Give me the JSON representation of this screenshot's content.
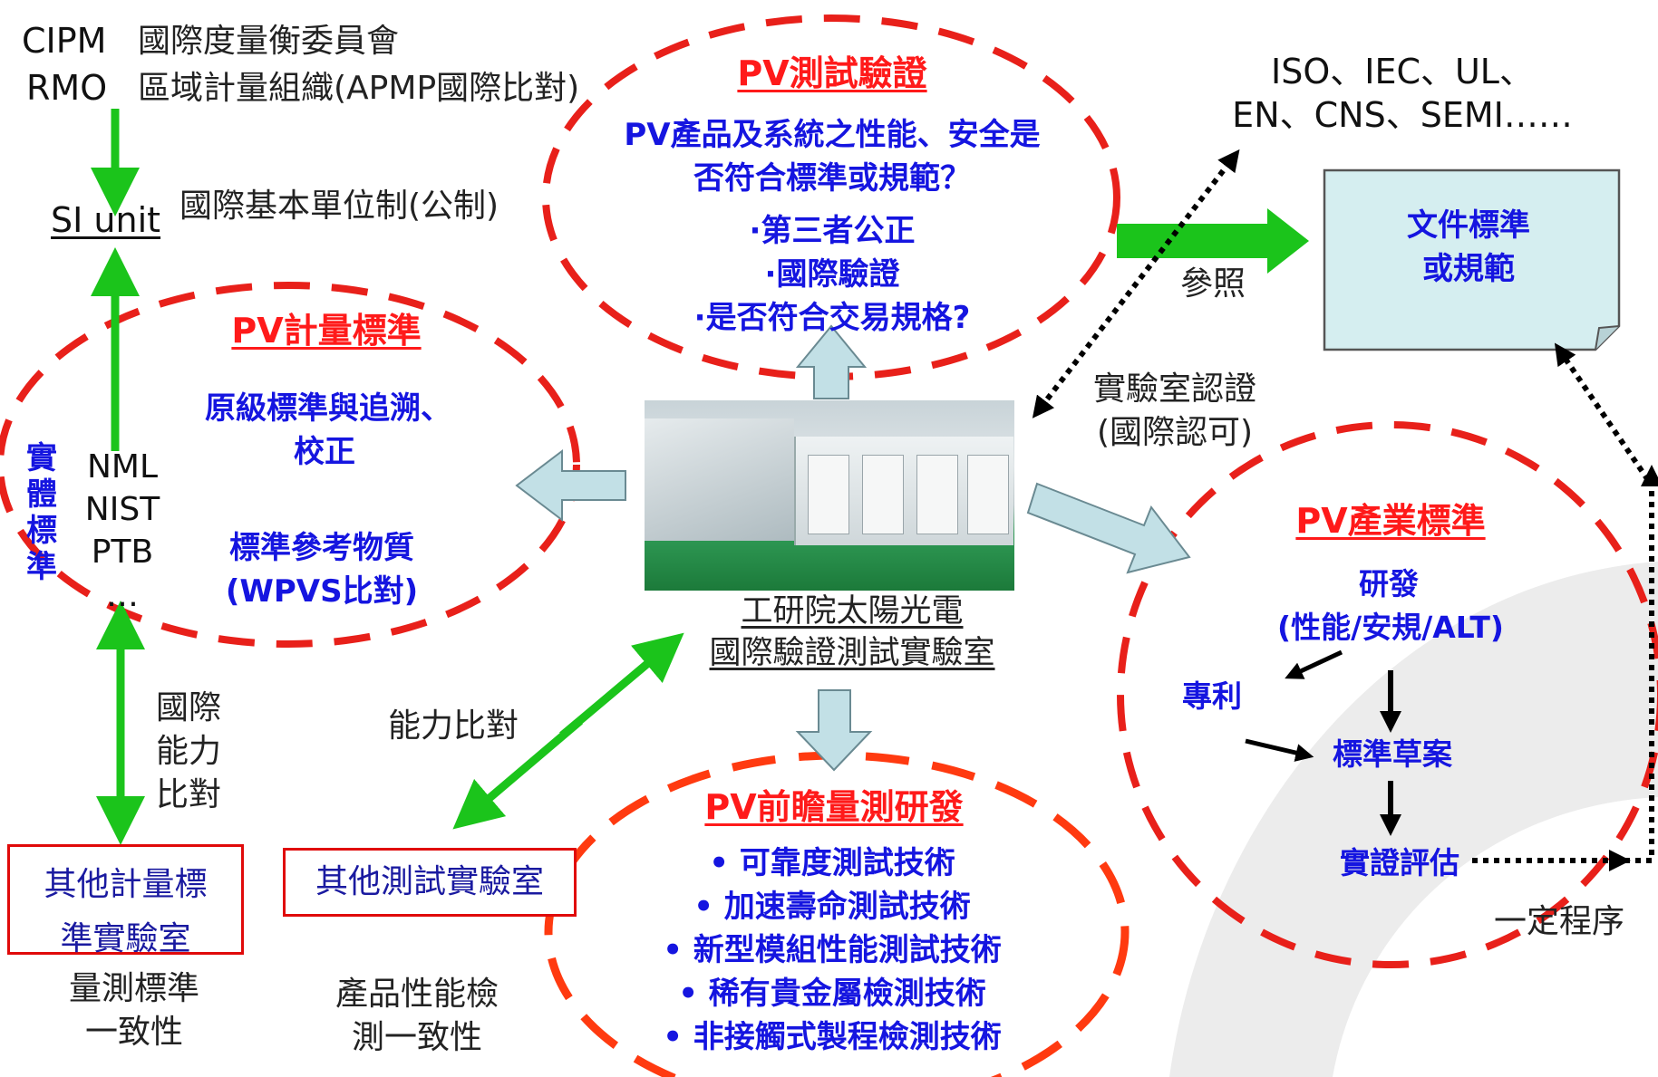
{
  "top_left": {
    "cipm": "CIPM",
    "cipm_desc": "國際度量衡委員會",
    "rmo": "RMO",
    "rmo_desc": "區域計量組織(APMP國際比對)",
    "si_unit": "SI unit",
    "si_desc": "國際基本單位制(公制)"
  },
  "pv_testing": {
    "title": "PV測試驗證",
    "line1": "PV產品及系統之性能、安全是",
    "line2": "否符合標準或規範？",
    "item1": "·第三者公正",
    "item2": "·國際驗證",
    "item3": "·是否符合交易規格?"
  },
  "standards_list": {
    "line1": "ISO、IEC、UL、",
    "line2": "EN、CNS、SEMI……"
  },
  "document_box": {
    "line1": "文件標準",
    "line2": "或規範"
  },
  "reference_label": "參照",
  "lab_cert": {
    "line1": "實驗室認證",
    "line2": "(國際認可)"
  },
  "pv_metrology": {
    "title": "PV計量標準",
    "line1": "原級標準與追溯、",
    "line2": "校正",
    "line3": "標準參考物質",
    "line4": "(WPVS比對)",
    "vertical_label": "實體標準",
    "labs": [
      "NML",
      "NIST",
      "PTB",
      "…"
    ]
  },
  "center_lab": {
    "line1": "工研院太陽光電",
    "line2": "國際驗證測試實驗室"
  },
  "pv_industry": {
    "title": "PV產業標準",
    "rd": "研發",
    "rd_detail": "(性能/安規/ALT)",
    "patent": "專利",
    "draft": "標準草案",
    "evaluation": "實證評估"
  },
  "procedure_label": "一定程序",
  "intl_comparison": {
    "line1": "國際",
    "line2": "能力",
    "line3": "比對"
  },
  "capability_comparison": "能力比對",
  "other_metrology_lab": {
    "line1": "其他計量標",
    "line2": "準實驗室"
  },
  "other_test_lab": "其他測試實驗室",
  "measurement_consistency": {
    "line1": "量測標準",
    "line2": "一致性"
  },
  "product_consistency": {
    "line1": "產品性能檢",
    "line2": "測一致性"
  },
  "pv_frontier": {
    "title": "PV前瞻量測研發",
    "items": [
      "• 可靠度測試技術",
      "• 加速壽命測試技術",
      "• 新型模組性能測試技術",
      "• 稀有貴金屬檢測技術",
      "• 非接觸式製程檢測技術"
    ]
  },
  "colors": {
    "ellipse_red": "#e8201a",
    "ellipse_orange": "#ff3a10",
    "title_red": "#ff1a1a",
    "text_blue": "#1515e0",
    "arrow_green": "#1bc41b",
    "arrow_lightblue": "#c2e0e6",
    "doc_box": "#d5eef0"
  }
}
